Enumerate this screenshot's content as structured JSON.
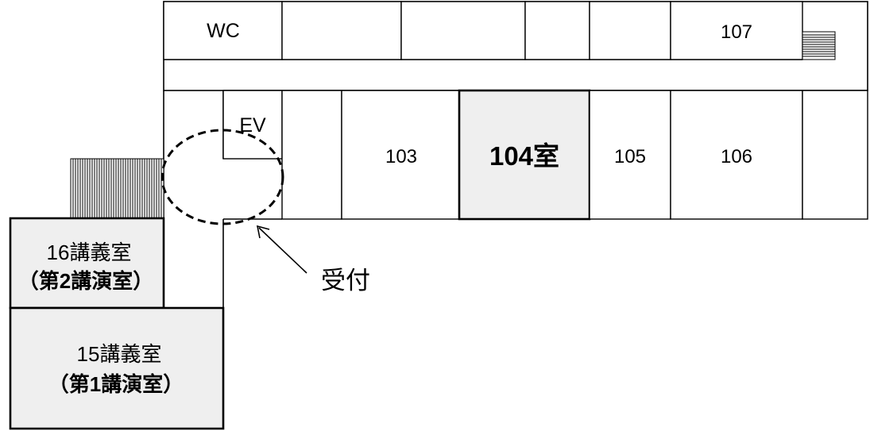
{
  "rooms": {
    "wc": "WC",
    "ev": "EV",
    "r103": "103",
    "r104": "104室",
    "r105": "105",
    "r106": "106",
    "r107": "107",
    "hall16_line1": "16講義室",
    "hall16_line2": "（第2講演室）",
    "hall15_line1": "15講義室",
    "hall15_line2": "（第1講演室）"
  },
  "reception": {
    "label": "受付"
  },
  "colors": {
    "highlight_fill": "#efefef",
    "line": "#000000",
    "background": "#ffffff"
  }
}
